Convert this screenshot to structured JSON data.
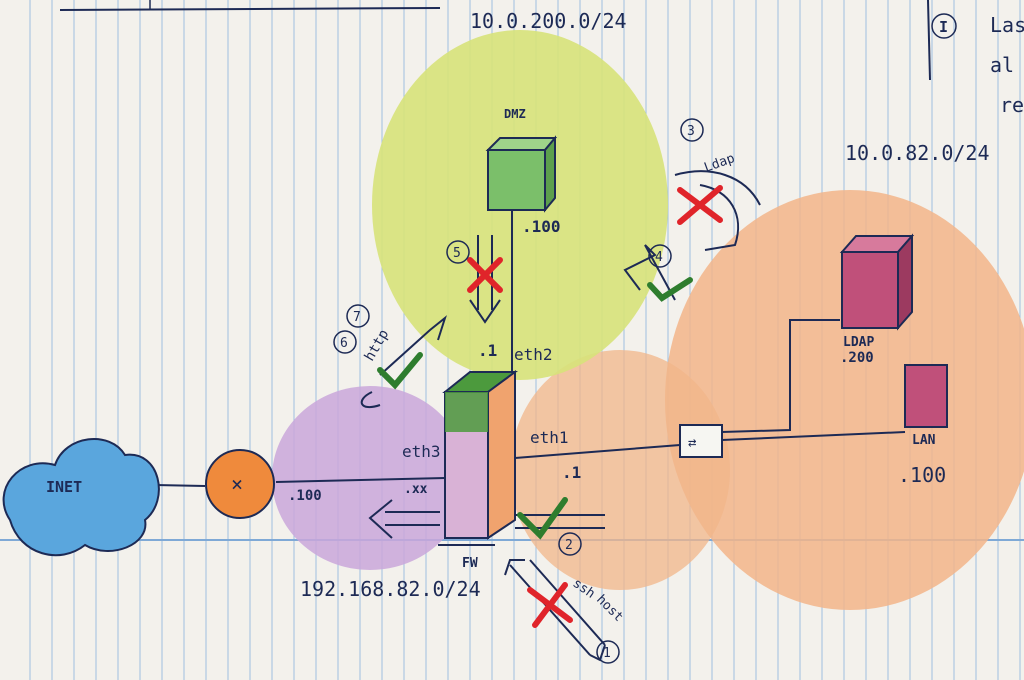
{
  "networks": {
    "dmz": "10.0.200.0/24",
    "lan": "10.0.82.0/24",
    "ext": "192.168.82.0/24"
  },
  "nodes": {
    "dmz_label": "DMZ",
    "dmz_host": ".100",
    "ldap_label": "LDAP",
    "ldap_host": ".200",
    "lan_label": "LAN",
    "lan_host": ".100",
    "fw_label": "FW",
    "inet_label": "INET",
    "router_symbol": "×",
    "router_host": ".100",
    "eth2_label": "eth2",
    "eth2_host": ".1",
    "eth1_label": "eth1",
    "eth1_host": ".1",
    "eth3_label": "eth3",
    "eth3_host": ".xx"
  },
  "flows": {
    "f1": "1",
    "f2": "2",
    "f3": "3",
    "f4": "4",
    "f5": "5",
    "f6": "6",
    "f7": "7",
    "ldap_label": "Ldap",
    "http_label": "http",
    "ssh_label": "ssh",
    "host_label": "host"
  },
  "margin_note": {
    "marker": "I",
    "line1": "Las",
    "line2": "al",
    "line3": "re"
  },
  "colors": {
    "paper": "#f3f1ec",
    "ruled_line": "#9fbfe0",
    "ink": "#1d2a55",
    "dmz_zone": "#d7e27a",
    "lan_zone": "#f2b58a",
    "ext_zone": "#c9a7db",
    "inet_cloud": "#5aa6dd",
    "router": "#ef8a3c",
    "dmz_server": "#7bbf6a",
    "ldap_server": "#c0507a",
    "fw_green": "#4c9a3d",
    "deny": "#e0242a",
    "allow": "#2e7d2e"
  }
}
